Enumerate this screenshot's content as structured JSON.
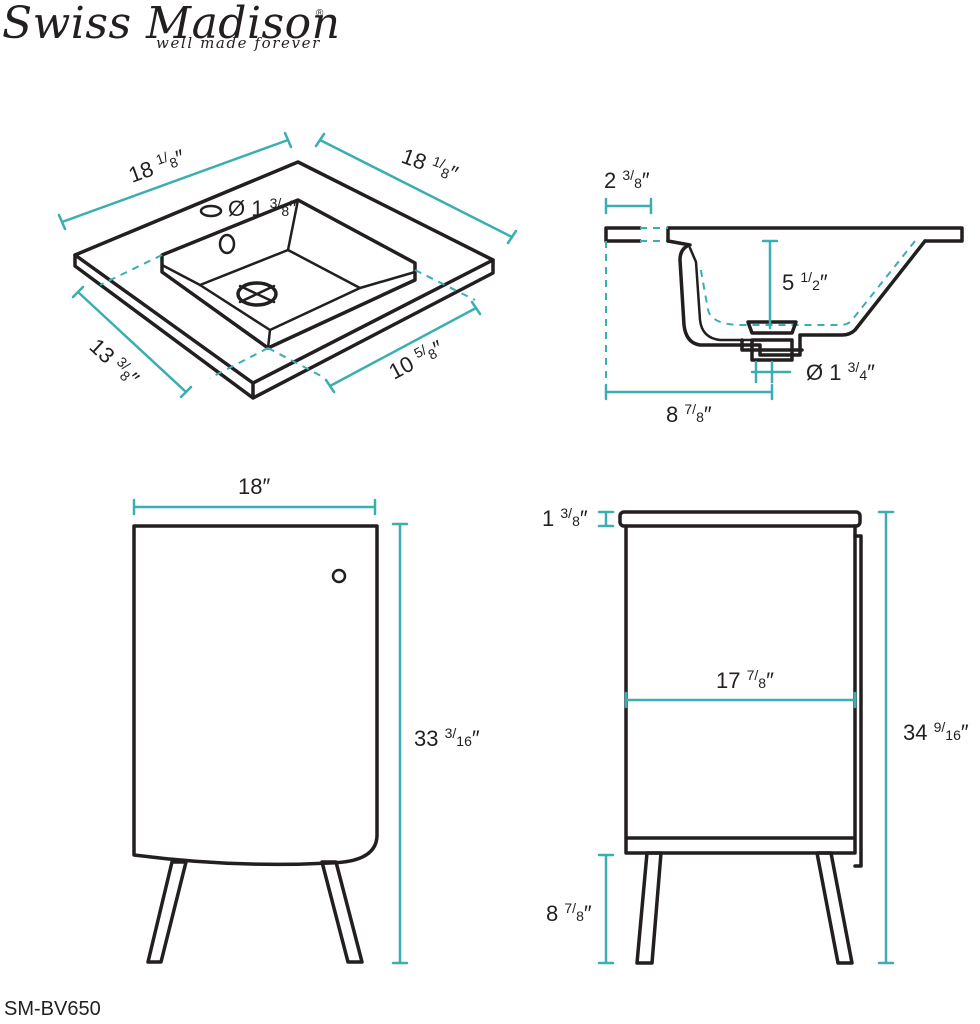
{
  "brand": {
    "name": "Swiss Madison",
    "registered_mark": "®",
    "tagline": "well made forever"
  },
  "model_number": "SM-BV650",
  "colors": {
    "line": "#231f20",
    "dimension": "#3aaeb0",
    "background": "#ffffff"
  },
  "dimensions": {
    "top_back_width": {
      "whole": "18",
      "num": "1",
      "den": "8",
      "unit": "″"
    },
    "top_side_depth": {
      "whole": "18",
      "num": "1",
      "den": "8",
      "unit": "″"
    },
    "faucet_hole": {
      "prefix": "Ø",
      "whole": "1",
      "num": "3",
      "den": "8",
      "unit": "″"
    },
    "basin_depth_front": {
      "whole": "13",
      "num": "3",
      "den": "8",
      "unit": "″"
    },
    "basin_width_front": {
      "whole": "10",
      "num": "5",
      "den": "8",
      "unit": "″"
    },
    "rim_width": {
      "whole": "2",
      "num": "3",
      "den": "8",
      "unit": "″"
    },
    "basin_height": {
      "whole": "5",
      "num": "1",
      "den": "2",
      "unit": "″"
    },
    "drain_diameter": {
      "prefix": "Ø",
      "whole": "1",
      "num": "3",
      "den": "4",
      "unit": "″"
    },
    "drain_offset": {
      "whole": "8",
      "num": "7",
      "den": "8",
      "unit": "″"
    },
    "cabinet_width": {
      "whole": "18",
      "num": "",
      "den": "",
      "unit": "″"
    },
    "cabinet_height": {
      "whole": "33",
      "num": "3",
      "den": "16",
      "unit": "″"
    },
    "top_thickness": {
      "whole": "1",
      "num": "3",
      "den": "8",
      "unit": "″"
    },
    "cabinet_depth": {
      "whole": "17",
      "num": "7",
      "den": "8",
      "unit": "″"
    },
    "total_height": {
      "whole": "34",
      "num": "9",
      "den": "16",
      "unit": "″"
    },
    "leg_height": {
      "whole": "8",
      "num": "7",
      "den": "8",
      "unit": "″"
    }
  }
}
